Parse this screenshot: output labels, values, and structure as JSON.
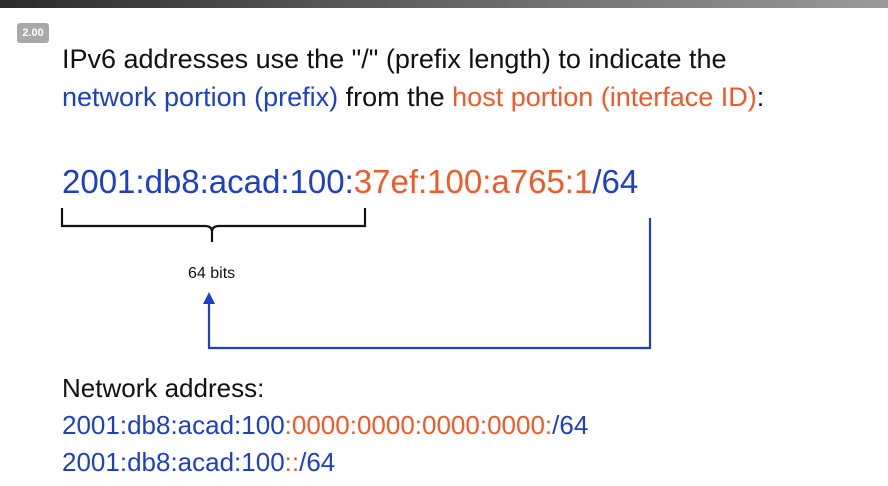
{
  "player": {
    "speed_badge": "2.00"
  },
  "slide": {
    "headline_line1": "IPv6 addresses use the \"/\" (prefix length) to indicate the",
    "headline_line2": {
      "part1": "network portion (prefix)",
      "part2": " from the ",
      "part3": "host portion (interface ID)",
      "part4": ":"
    },
    "address": {
      "prefix": "2001:db8:acad:100:",
      "interface_id": "37ef:100:a765:1",
      "prefix_length": "/64"
    },
    "bracket_label": "64 bits",
    "network_address_label": "Network address:",
    "network_full": {
      "prefix": "2001:db8:acad:100",
      "zeros": ":0000:0000:0000:0000:",
      "length": "/64"
    },
    "network_compressed": {
      "prefix": "2001:db8:acad:100",
      "double_colon": "::",
      "length": "/64"
    }
  },
  "colors": {
    "network": "#1e40c8",
    "host": "#f05a28",
    "text": "#111111",
    "badge": "#a9a9a9"
  }
}
